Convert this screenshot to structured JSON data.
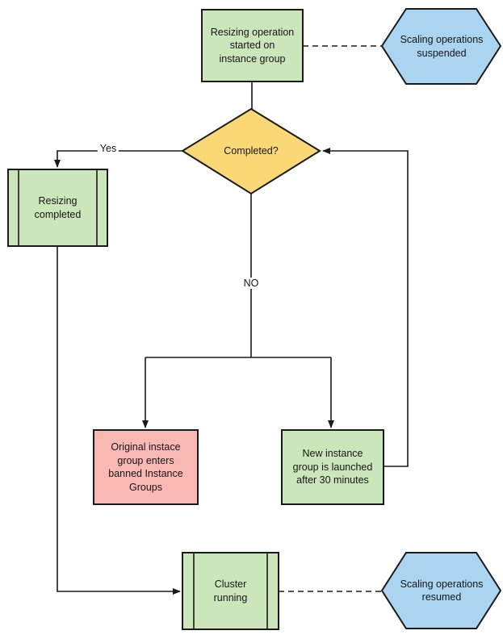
{
  "diagram_type": "flowchart",
  "colors": {
    "green": "#cbe6ba",
    "blue": "#aad4ef",
    "yellow": "#fbd876",
    "red": "#f9b8b4",
    "stroke": "#1a1a1a"
  },
  "nodes": {
    "start": {
      "label": "Resizing operation\nstarted on\ninstance group",
      "shape": "process"
    },
    "suspended": {
      "label": "Scaling operations\nsuspended",
      "shape": "hexagon"
    },
    "completed": {
      "label": "Completed?",
      "shape": "decision"
    },
    "resizing_completed": {
      "label": "Resizing\ncompleted",
      "shape": "predefined-process"
    },
    "banned": {
      "label": "Original instace\ngroup enters\nbanned Instance\nGroups",
      "shape": "process"
    },
    "new_group": {
      "label": "New instance\ngroup is launched\nafter 30 minutes",
      "shape": "process"
    },
    "cluster": {
      "label": "Cluster\nrunning",
      "shape": "predefined-process"
    },
    "resumed": {
      "label": "Scaling operations\nresumed",
      "shape": "hexagon"
    }
  },
  "edge_labels": {
    "yes": "Yes",
    "no": "NO"
  },
  "edges": [
    {
      "from": "start",
      "to": "completed",
      "style": "solid",
      "label": ""
    },
    {
      "from": "start",
      "to": "suspended",
      "style": "dashed",
      "label": ""
    },
    {
      "from": "completed",
      "to": "resizing_completed",
      "style": "solid",
      "label": "Yes"
    },
    {
      "from": "completed",
      "to": "banned",
      "style": "solid",
      "label": "NO"
    },
    {
      "from": "completed",
      "to": "new_group",
      "style": "solid",
      "label": "NO"
    },
    {
      "from": "new_group",
      "to": "completed",
      "style": "solid",
      "label": ""
    },
    {
      "from": "resizing_completed",
      "to": "cluster",
      "style": "solid",
      "label": ""
    },
    {
      "from": "cluster",
      "to": "resumed",
      "style": "dashed",
      "label": ""
    }
  ]
}
